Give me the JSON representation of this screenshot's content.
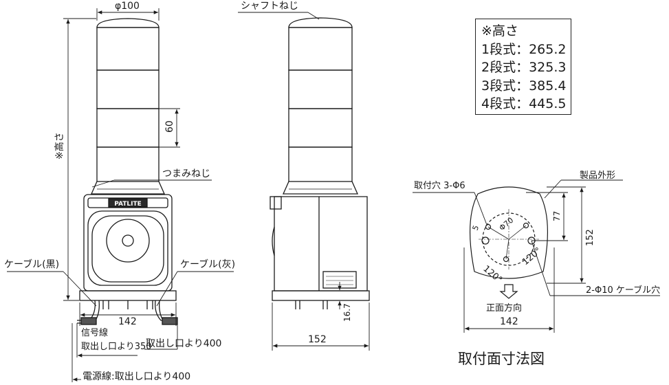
{
  "labels": {
    "phi100": "φ100",
    "shaft_screw": "シャフトねじ",
    "height_note": "※高さ",
    "tier_pitch": "60",
    "knob_screw": "つまみねじ",
    "brand": "PATLITE",
    "cable_black": "ケーブル(黒)",
    "cable_gray": "ケーブル(灰)",
    "width_142": "142",
    "width_152": "152",
    "base_16_7": "16.7",
    "signal_line": "信号線",
    "signal_length": "取出し口より350",
    "gray_length": "取出し口より400",
    "power_line": "電源線:取出し口より400",
    "mount_holes": "取付穴 3-Φ6",
    "outline": "製品外形",
    "dim_77": "77",
    "dim_152": "152",
    "dim_5": "5",
    "pcd_70": "Φ70",
    "angle_120": "120°",
    "cable_holes": "2-Φ10 ケーブル穴",
    "front_dir": "正面方向",
    "mount_142": "142",
    "caption": "取付面寸法図"
  },
  "height_table": {
    "title": "※高さ",
    "rows": [
      "1段式：265.2",
      "2段式：325.3",
      "3段式：385.4",
      "4段式：445.5"
    ]
  }
}
